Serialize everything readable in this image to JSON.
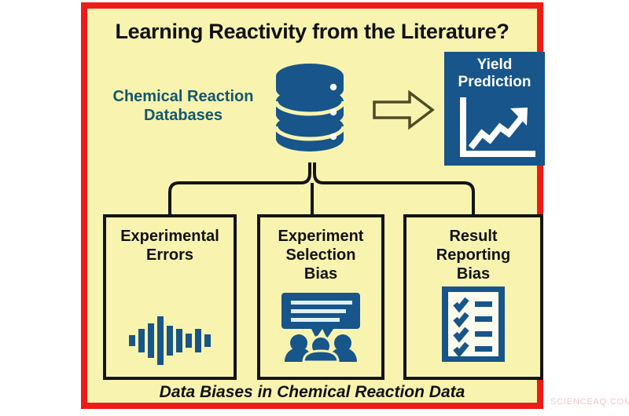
{
  "figure": {
    "title": "Learning Reactivity from the Literature?",
    "caption": "Data Biases in Chemical Reaction Data",
    "watermark": "SCIENCEAQ.COM",
    "colors": {
      "frame_red": "#ee1b19",
      "background_cream": "#f8f4b0",
      "icon_blue": "#17558a",
      "label_teal": "#13576b",
      "text_black": "#111111",
      "arrow_olive": "#4f4b22"
    }
  },
  "source": {
    "label_line1": "Chemical Reaction",
    "label_line2": "Databases",
    "icon": "database-cylinder-icon"
  },
  "flow": {
    "arrow_icon": "right-arrow-outline-icon"
  },
  "output": {
    "title_line1": "Yield",
    "title_line2": "Prediction",
    "icon": "line-chart-up-arrow-icon"
  },
  "biases": [
    {
      "title_lines": [
        "Experimental",
        "Errors"
      ],
      "icon": "audio-waveform-icon",
      "waveform_heights": [
        14,
        30,
        44,
        62,
        38,
        30,
        18,
        30,
        16
      ]
    },
    {
      "title_lines": [
        "Experiment",
        "Selection",
        "Bias"
      ],
      "icon": "speech-bubble-people-icon"
    },
    {
      "title_lines": [
        "Result",
        "Reporting",
        "Bias"
      ],
      "icon": "checklist-clipboard-icon"
    }
  ]
}
